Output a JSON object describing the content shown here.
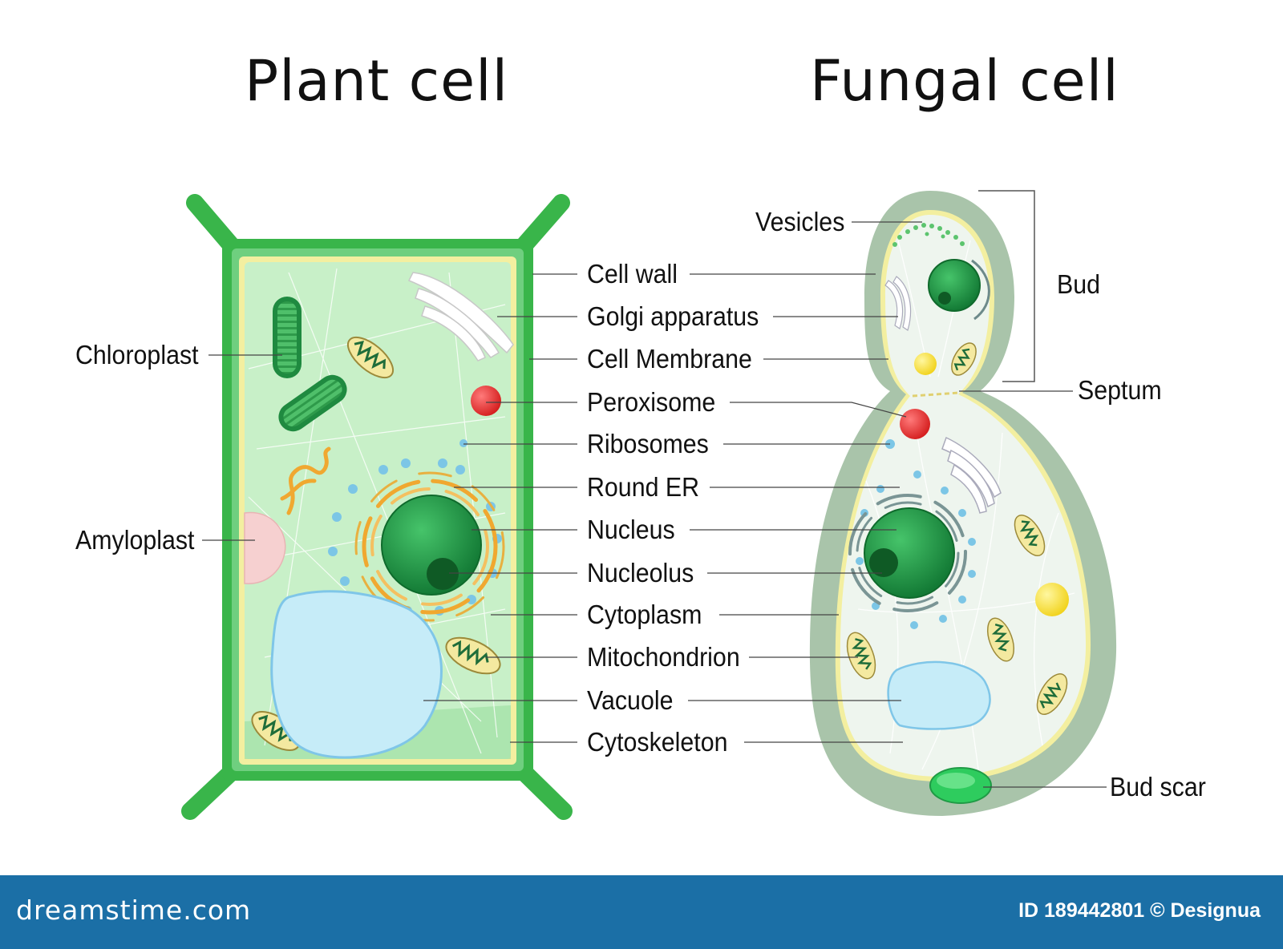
{
  "titles": {
    "plant": "Plant cell",
    "fungal": "Fungal cell"
  },
  "labels": {
    "chloroplast": "Chloroplast",
    "amyloplast": "Amyloplast",
    "cell_wall": "Cell wall",
    "golgi": "Golgi apparatus",
    "cell_membrane": "Cell Membrane",
    "peroxisome": "Peroxisome",
    "ribosomes": "Ribosomes",
    "round_er": "Round ER",
    "nucleus": "Nucleus",
    "nucleolus": "Nucleolus",
    "cytoplasm": "Cytoplasm",
    "mitochondrion": "Mitochondrion",
    "vacuole": "Vacuole",
    "cytoskeleton": "Cytoskeleton",
    "vesicles": "Vesicles",
    "bud": "Bud",
    "septum": "Septum",
    "bud_scar": "Bud scar"
  },
  "footer": {
    "site": "dreamstime.com",
    "credit": "ID 189442801 © Designua"
  },
  "colors": {
    "plant_wall": "#39b54a",
    "plant_cytoplasm": "#c8f0c8",
    "fungal_wall": "#a9c4aa",
    "fungal_cytoplasm": "#eef5ee",
    "membrane": "#f3efa0",
    "nucleus": "#1e9a45",
    "vacuole": "#c6ecf8",
    "peroxisome": "#e52b2b",
    "ribosome": "#7cc6e6",
    "footer": "#1b6fa6"
  }
}
